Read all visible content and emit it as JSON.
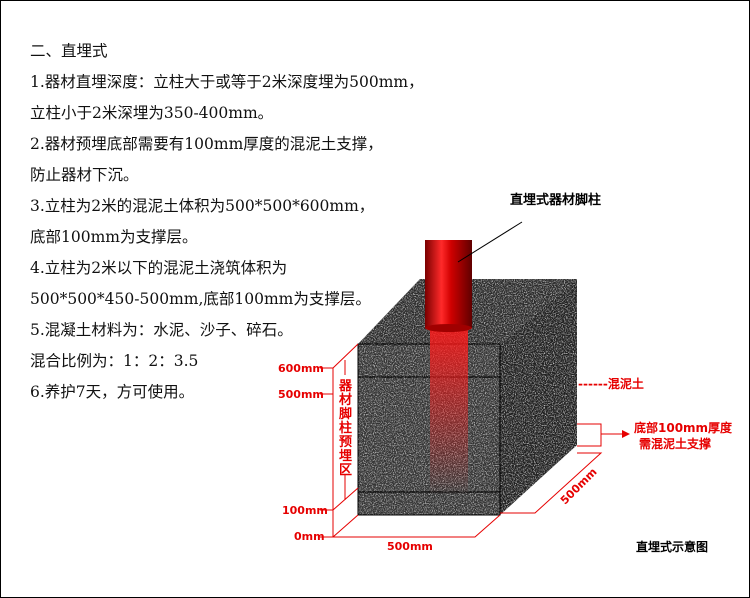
{
  "section_title": "二、直埋式",
  "lines": [
    "1.器材直埋深度：立柱大于或等于2米深度埋为500mm，",
    "立柱小于2米深埋为350-400mm。",
    "2.器材预埋底部需要有100mm厚度的混泥土支撑，",
    "防止器材下沉。",
    "3.立柱为2米的混泥土体积为500*500*600mm，",
    "底部100mm为支撑层。",
    "4.立柱为2米以下的混泥土浇筑体积为",
    "500*500*450-500mm,底部100mm为支撑层。",
    "5.混凝土材料为：水泥、沙子、碎石。",
    "混合比例为：1：2：3.5",
    "6.养护7天，方可使用。"
  ],
  "diagram": {
    "pole_label": "直埋式器材脚柱",
    "concrete_label": "------混泥土",
    "support_label_1": "底部100mm厚度",
    "support_label_2": "需混泥土支撑",
    "zone_label": [
      "器",
      "材",
      "脚",
      "柱",
      "预",
      "埋",
      "区"
    ],
    "dim_600": "600mm",
    "dim_500": "500mm",
    "dim_100": "100mm",
    "dim_0": "0mm",
    "width_label": "500mm",
    "depth_label": "500mm",
    "caption": "直埋式示意图",
    "accent_color": "#e60000"
  }
}
